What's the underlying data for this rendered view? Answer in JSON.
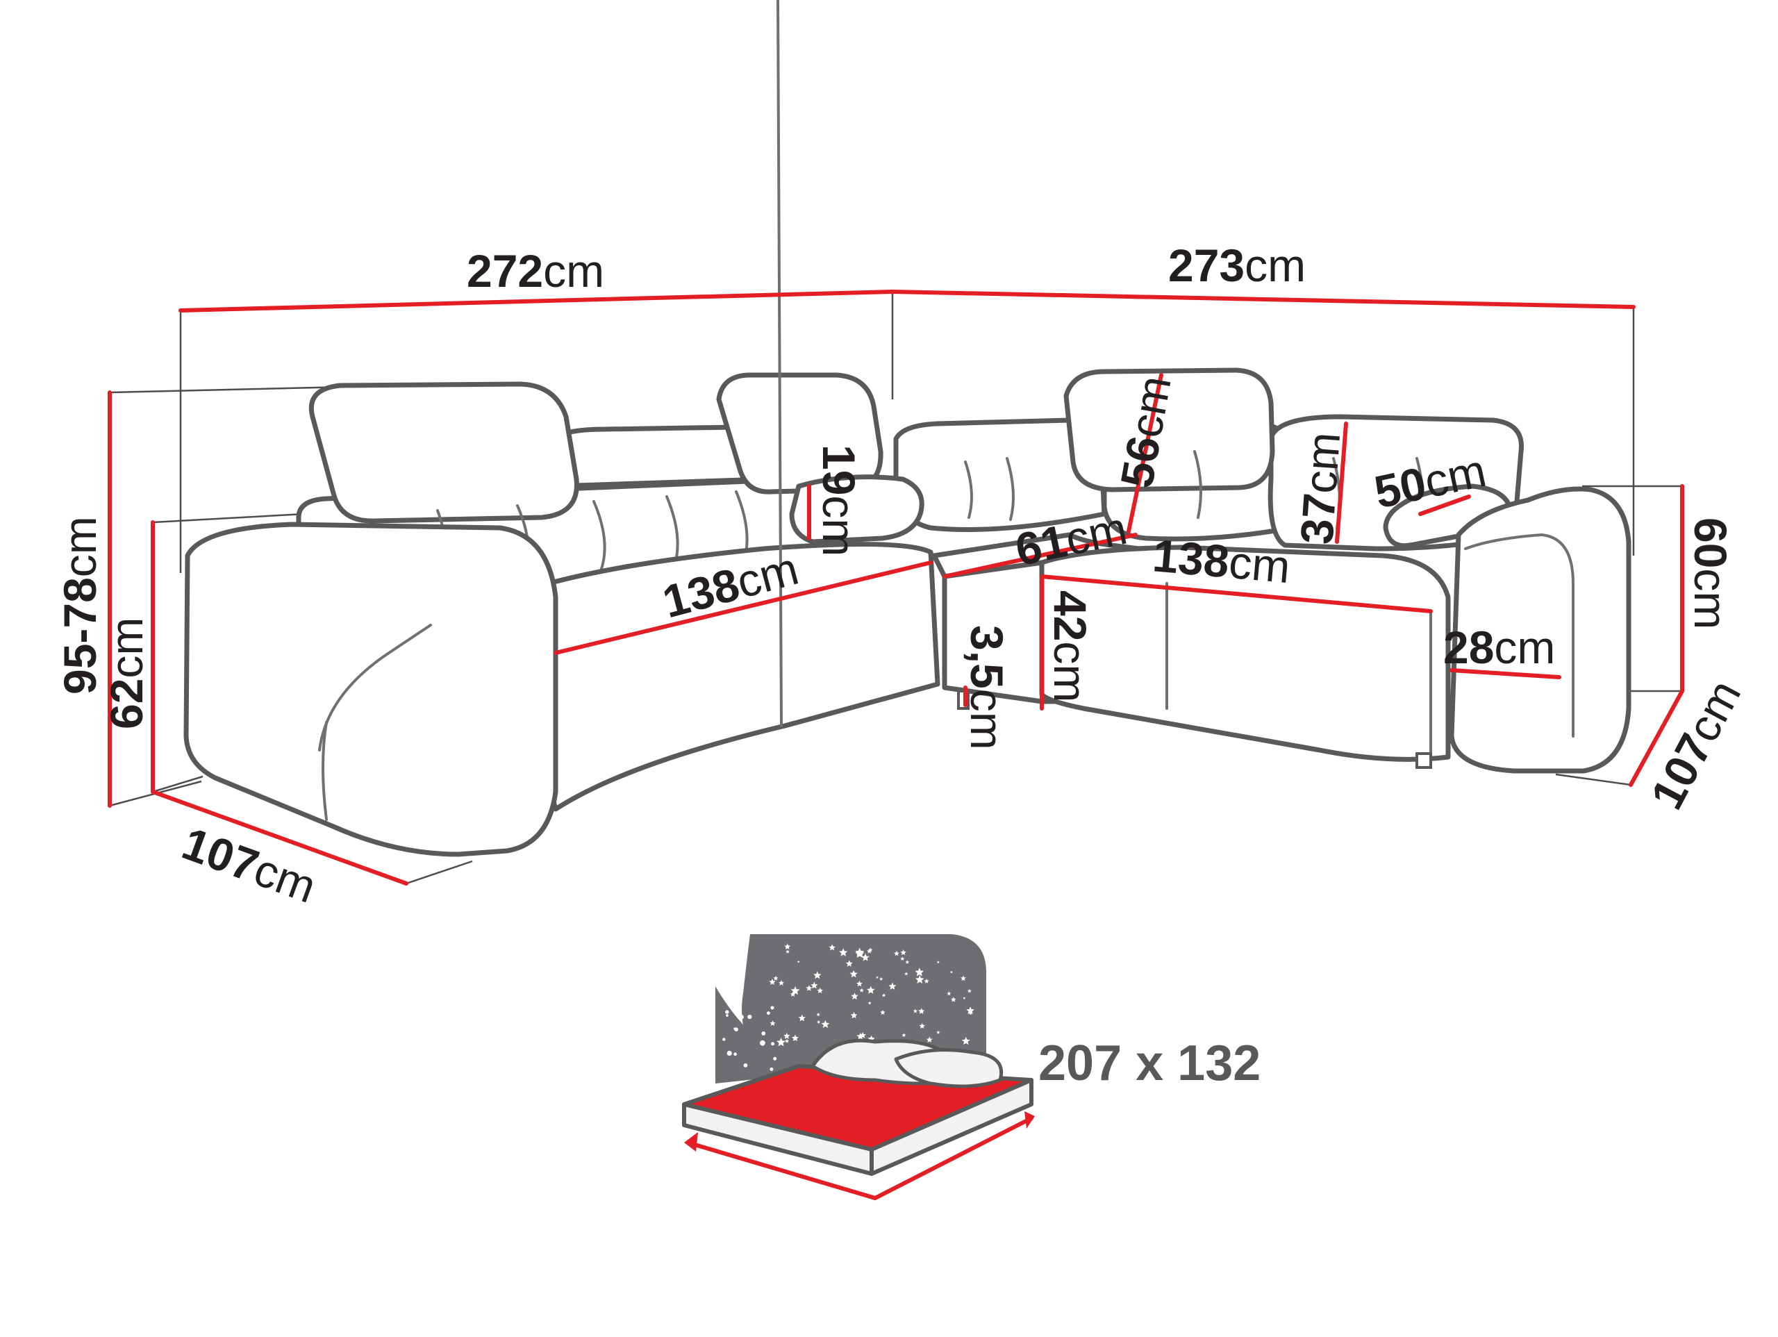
{
  "diagram": {
    "dimensions": {
      "total_width_left": {
        "value": "272",
        "unit": "cm"
      },
      "total_width_right": {
        "value": "273",
        "unit": "cm"
      },
      "height_headrest": {
        "value": "95-78",
        "unit": "cm"
      },
      "height_back_left": {
        "value": "62",
        "unit": "cm"
      },
      "depth_left": {
        "value": "107",
        "unit": "cm"
      },
      "depth_right": {
        "value": "107",
        "unit": "cm"
      },
      "height_back_right": {
        "value": "60",
        "unit": "cm"
      },
      "seat_width_left": {
        "value": "138",
        "unit": "cm"
      },
      "seat_width_right": {
        "value": "138",
        "unit": "cm"
      },
      "backrest_cushion_height": {
        "value": "19",
        "unit": "cm"
      },
      "headrest_height": {
        "value": "56",
        "unit": "cm"
      },
      "corner_seat_depth": {
        "value": "61",
        "unit": "cm"
      },
      "seat_height": {
        "value": "42",
        "unit": "cm"
      },
      "leg_height": {
        "value": "3,5",
        "unit": "cm"
      },
      "back_cushion_height": {
        "value": "37",
        "unit": "cm"
      },
      "bolster_length": {
        "value": "50",
        "unit": "cm"
      },
      "armrest_width": {
        "value": "28",
        "unit": "cm"
      }
    },
    "sleeping_area": "207 x 132",
    "colors": {
      "dimension_line": "#e31e24",
      "outline": "#595959",
      "night_sky": "#6d6e71",
      "mattress": "#e31e24"
    }
  }
}
